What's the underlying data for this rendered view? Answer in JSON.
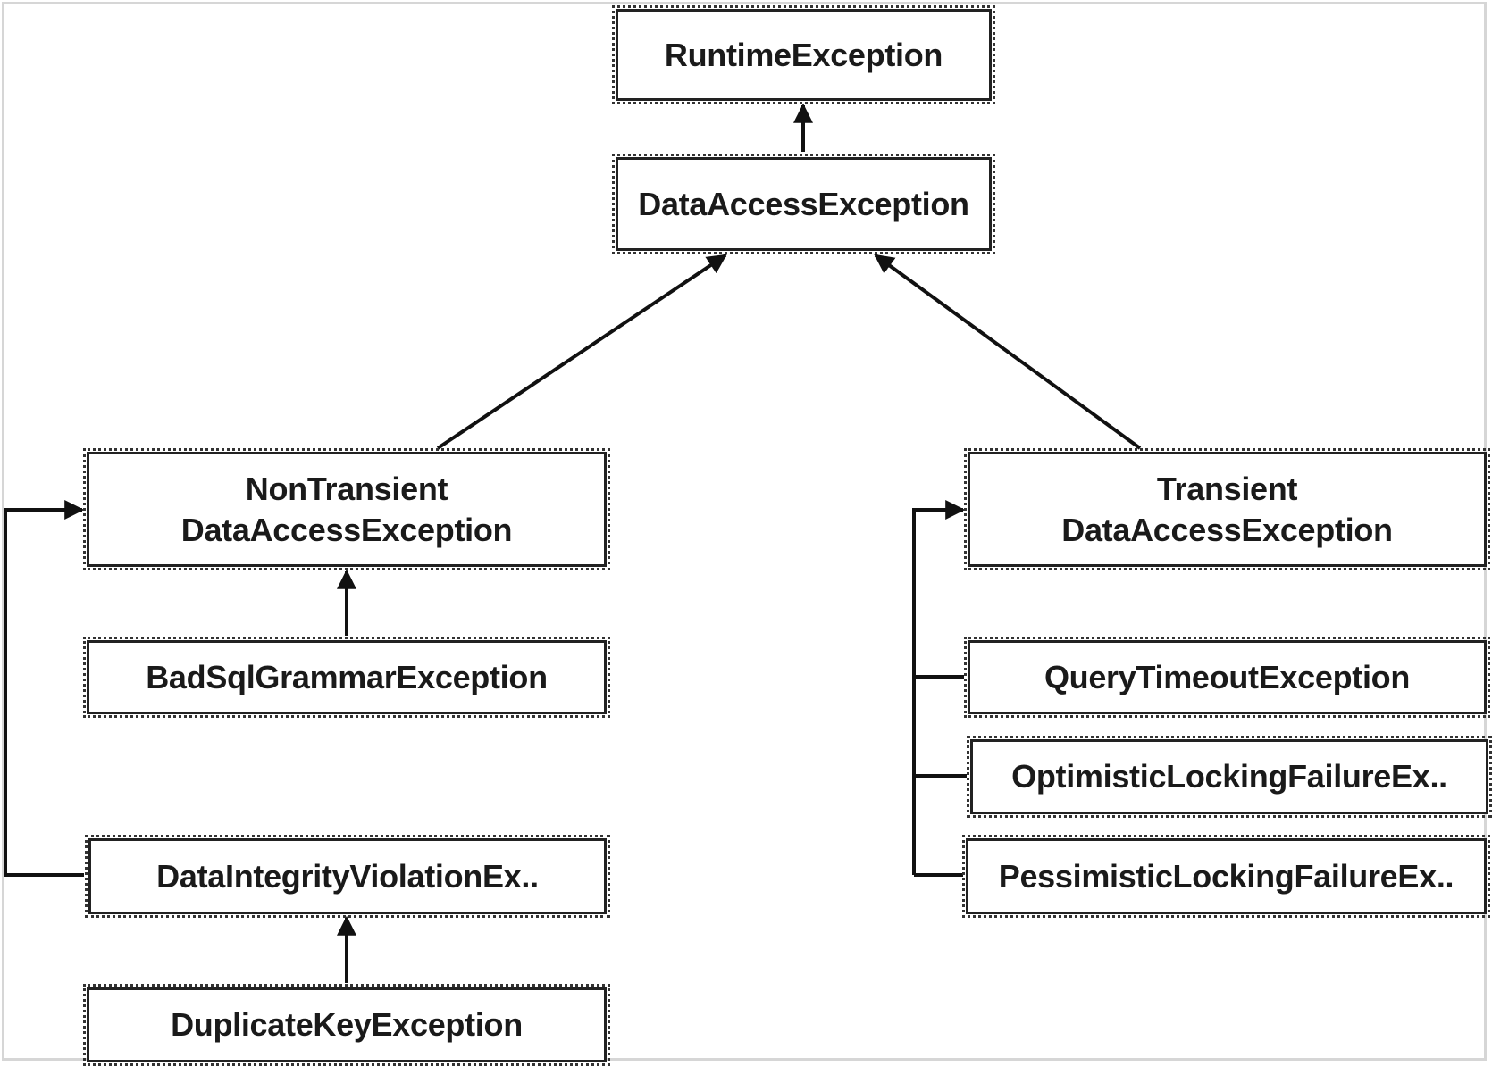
{
  "diagram": {
    "nodes": {
      "runtime": "RuntimeException",
      "data_access": "DataAccessException",
      "non_transient": "NonTransient\nDataAccessException",
      "transient": "Transient\nDataAccessException",
      "bad_sql": "BadSqlGrammarException",
      "data_integrity": "DataIntegrityViolationEx..",
      "duplicate_key": "DuplicateKeyException",
      "query_timeout": "QueryTimeoutException",
      "optimistic": "OptimisticLockingFailureEx..",
      "pessimistic": "PessimisticLockingFailureEx.."
    }
  }
}
